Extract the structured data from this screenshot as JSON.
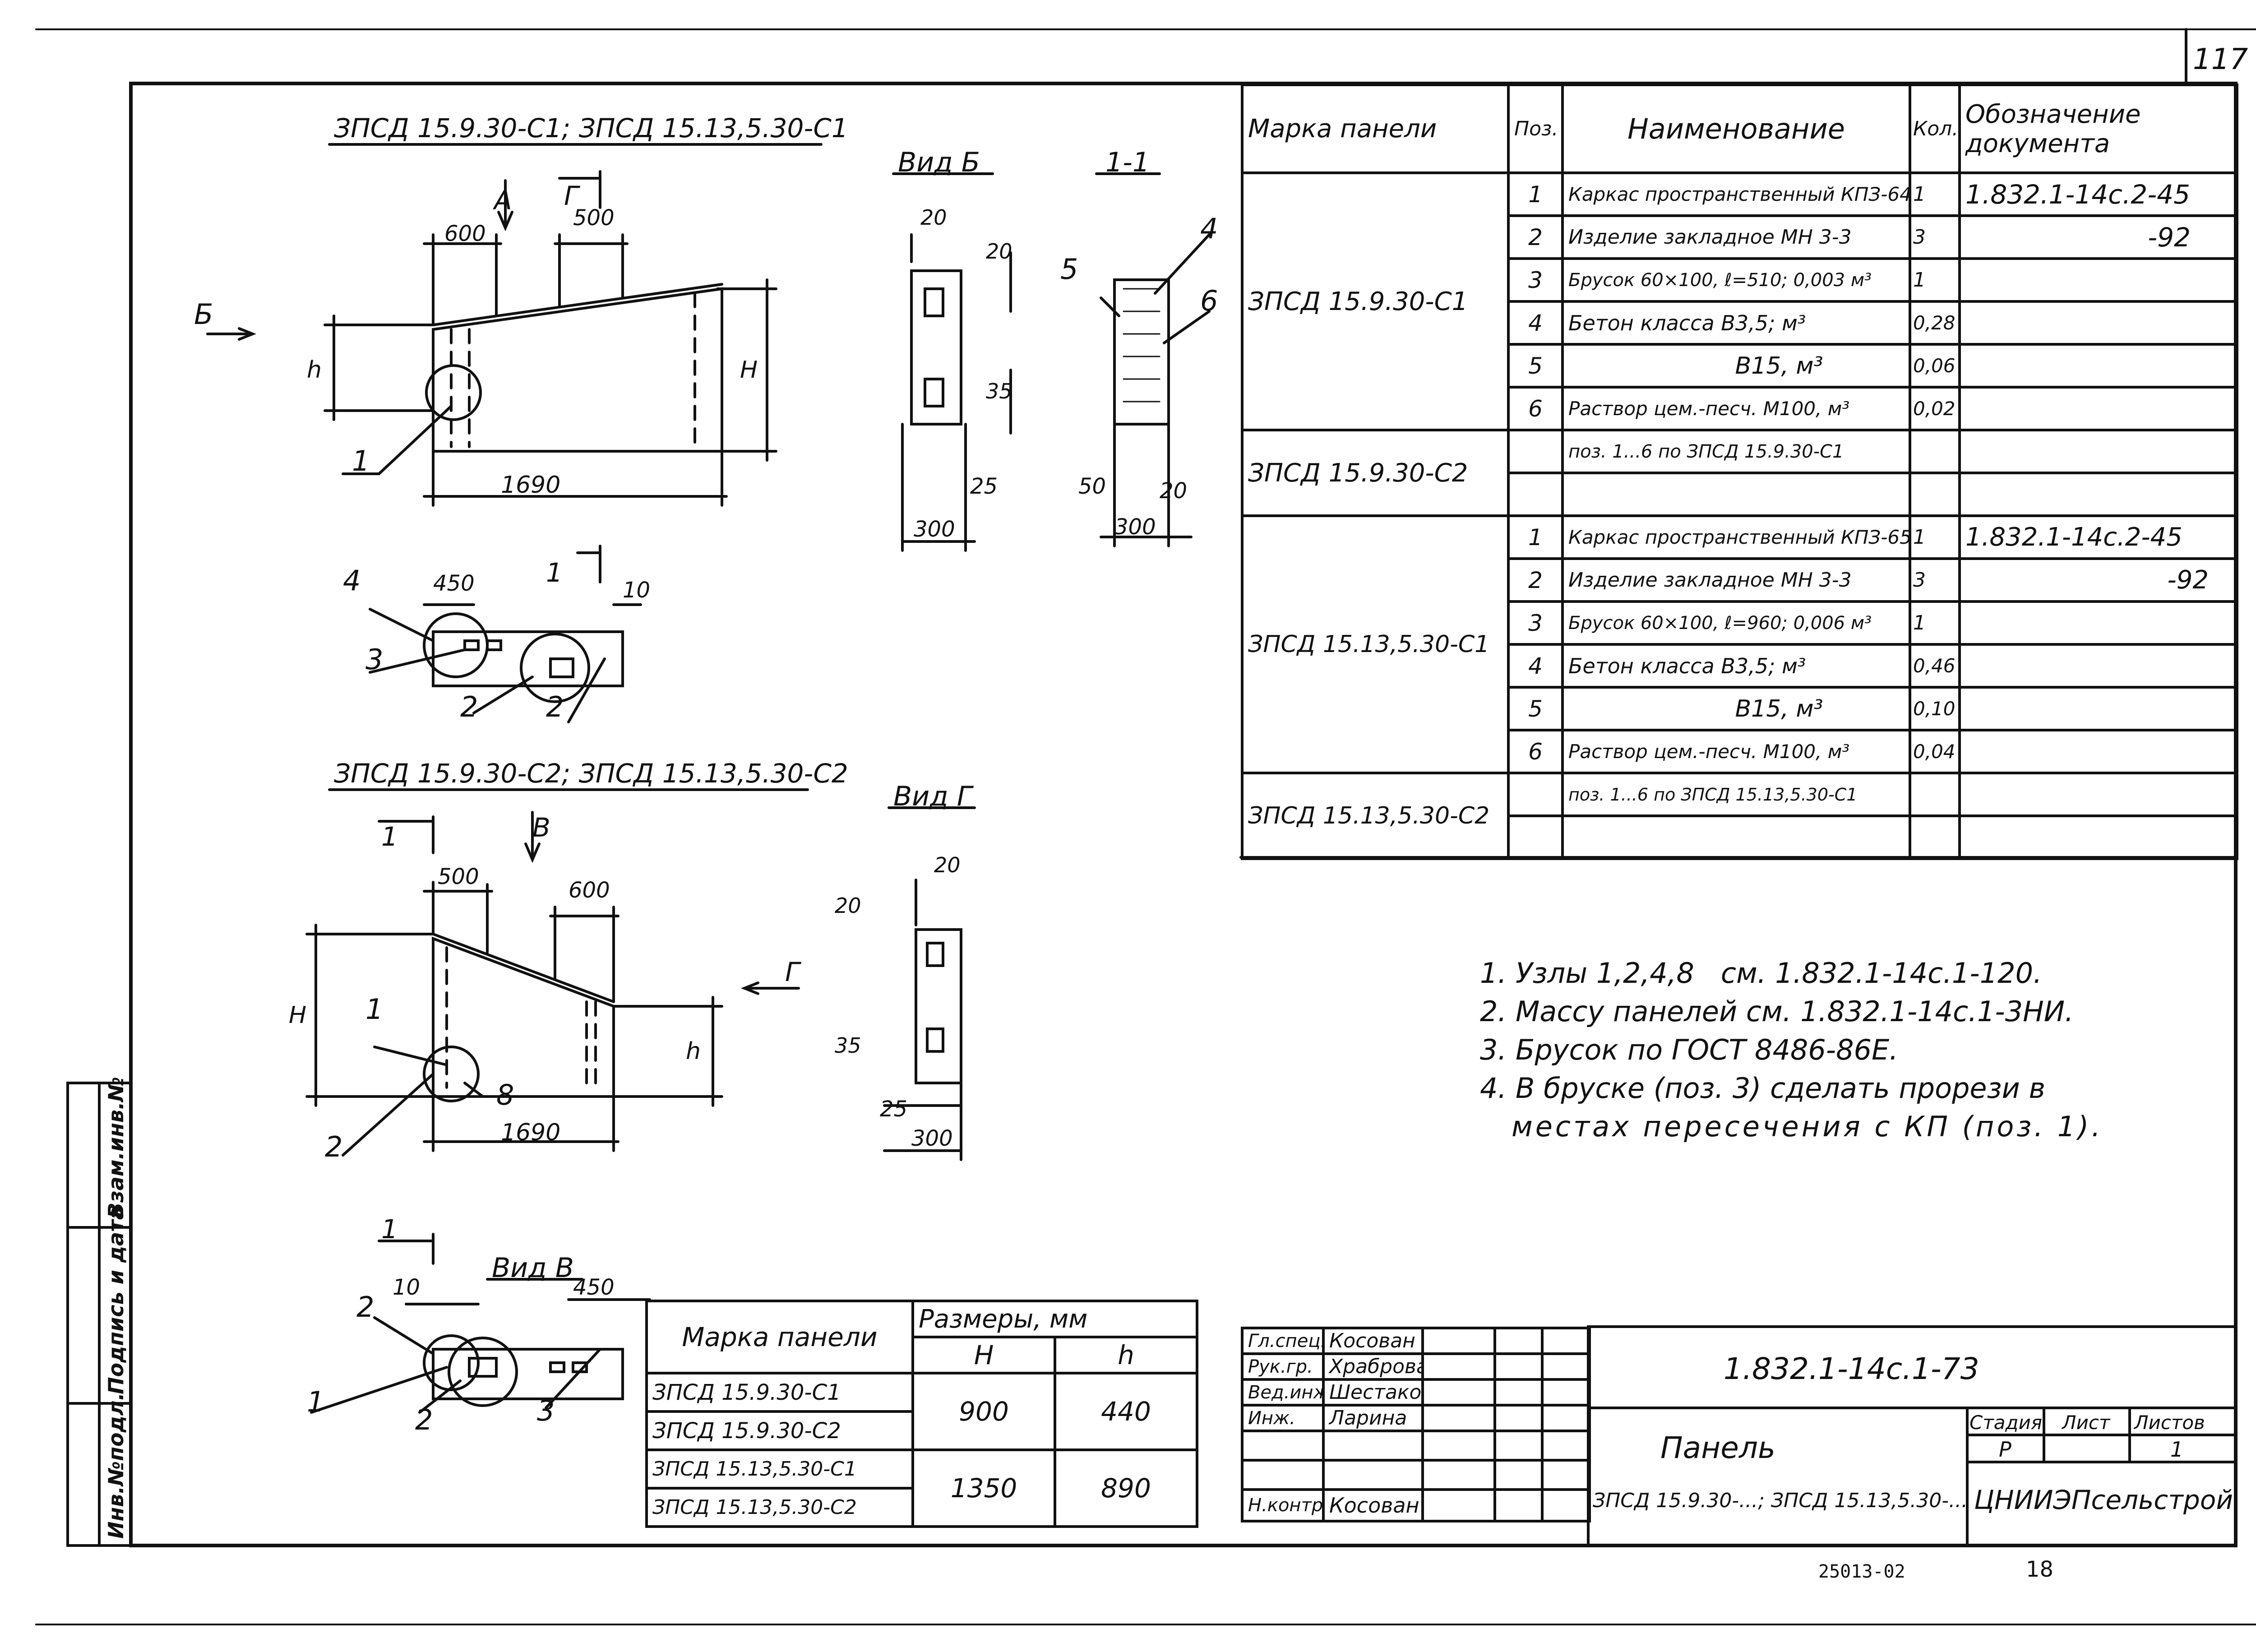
{
  "sheet_number": "117",
  "drawing": {
    "title_top": "ЗПСД 15.9.30-С1; ЗПСД 15.13,5.30-С1",
    "title_bottom": "ЗПСД 15.9.30-С2; ЗПСД 15.13,5.30-С2",
    "view_b_label": "Вид Б",
    "section_label": "1-1",
    "view_g_label": "Вид Г",
    "view_v_label": "Вид В",
    "dims": {
      "d600": "600",
      "d500": "500",
      "d1690": "1690",
      "d450": "450",
      "d10": "10",
      "d20": "20",
      "d35": "35",
      "d25": "25",
      "d300": "300",
      "d50": "50",
      "H": "H",
      "h": "h"
    },
    "markers": {
      "A": "А",
      "G": "Г",
      "B": "Б",
      "V": "В",
      "one": "1",
      "n1": "1",
      "n2": "2",
      "n3": "3",
      "n4": "4",
      "n5": "5",
      "n6": "6",
      "n8": "8"
    }
  },
  "spec_table": {
    "headers": [
      "Марка панели",
      "Поз.",
      "Наименование",
      "Кол.",
      "Обозначение документа"
    ],
    "groups": [
      {
        "mark": "ЗПСД 15.9.30-С1",
        "rows": [
          {
            "pos": "1",
            "name": "Каркас пространственный КПЗ-64",
            "qty": "1",
            "doc": "1.832.1-14с.2-45"
          },
          {
            "pos": "2",
            "name": "Изделие закладное МН 3-3",
            "qty": "3",
            "doc": "-92"
          },
          {
            "pos": "3",
            "name": "Брусок 60×100, ℓ=510; 0,003 м³",
            "qty": "1",
            "doc": ""
          },
          {
            "pos": "4",
            "name": "Бетон класса В3,5; м³",
            "qty": "0,28",
            "doc": ""
          },
          {
            "pos": "5",
            "name": "В15, м³",
            "qty": "0,06",
            "doc": ""
          },
          {
            "pos": "6",
            "name": "Раствор цем.-песч. М100, м³",
            "qty": "0,02",
            "doc": ""
          }
        ]
      },
      {
        "mark": "ЗПСД 15.9.30-С2",
        "rows": [
          {
            "pos": "",
            "name": "поз. 1...6 по ЗПСД 15.9.30-С1",
            "qty": "",
            "doc": ""
          }
        ]
      },
      {
        "mark": "ЗПСД 15.13,5.30-С1",
        "rows": [
          {
            "pos": "1",
            "name": "Каркас пространственный КПЗ-65",
            "qty": "1",
            "doc": "1.832.1-14с.2-45"
          },
          {
            "pos": "2",
            "name": "Изделие закладное МН 3-3",
            "qty": "3",
            "doc": "-92"
          },
          {
            "pos": "3",
            "name": "Брусок 60×100, ℓ=960; 0,006 м³",
            "qty": "1",
            "doc": ""
          },
          {
            "pos": "4",
            "name": "Бетон класса В3,5; м³",
            "qty": "0,46",
            "doc": ""
          },
          {
            "pos": "5",
            "name": "В15, м³",
            "qty": "0,10",
            "doc": ""
          },
          {
            "pos": "6",
            "name": "Раствор цем.-песч. М100, м³",
            "qty": "0,04",
            "doc": ""
          }
        ]
      },
      {
        "mark": "ЗПСД 15.13,5.30-С2",
        "rows": [
          {
            "pos": "",
            "name": "поз. 1...6 по ЗПСД 15.13,5.30-С1",
            "qty": "",
            "doc": ""
          }
        ]
      }
    ]
  },
  "notes": [
    "1. Узлы 1,2,4,8   см. 1.832.1-14с.1-120.",
    "2. Массу панелей см. 1.832.1-14с.1-3НИ.",
    "3. Брусок по ГОСТ 8486-86Е.",
    "4. В бруске (поз. 3) сделать прорези в",
    "местах пересечения с КП (поз. 1)."
  ],
  "dims_table": {
    "header_mark": "Марка панели",
    "header_dims": "Размеры, мм",
    "col_H": "H",
    "col_h": "h",
    "rows": [
      {
        "mark": "ЗПСД 15.9.30-С1"
      },
      {
        "mark": "ЗПСД 15.9.30-С2"
      },
      {
        "mark": "ЗПСД 15.13,5.30-С1"
      },
      {
        "mark": "ЗПСД 15.13,5.30-С2"
      }
    ],
    "group1": {
      "H": "900",
      "h": "440"
    },
    "group2": {
      "H": "1350",
      "h": "890"
    }
  },
  "title_block": {
    "roles": [
      {
        "role": "Гл.спец.",
        "name": "Косован"
      },
      {
        "role": "Рук.гр.",
        "name": "Храброва"
      },
      {
        "role": "Вед.инж.",
        "name": "Шестакова"
      },
      {
        "role": "Инж.",
        "name": "Ларина"
      },
      {
        "role": "",
        "name": ""
      },
      {
        "role": "",
        "name": ""
      },
      {
        "role": "Н.контр.",
        "name": "Косован"
      }
    ],
    "doc_number": "1.832.1-14с.1-73",
    "product": "Панель",
    "product_marks": "ЗПСД 15.9.30-...; ЗПСД 15.13,5.30-...",
    "stage_label": "Стадия",
    "sheet_label": "Лист",
    "sheets_label": "Листов",
    "stage": "Р",
    "sheets": "1",
    "org": "ЦНИИЭПсельстрой"
  },
  "side_stamp": [
    "Инв.№подл.",
    "Подпись и дата",
    "Взам.инв.№"
  ],
  "footer": {
    "code": "25013-02",
    "page": "18"
  }
}
